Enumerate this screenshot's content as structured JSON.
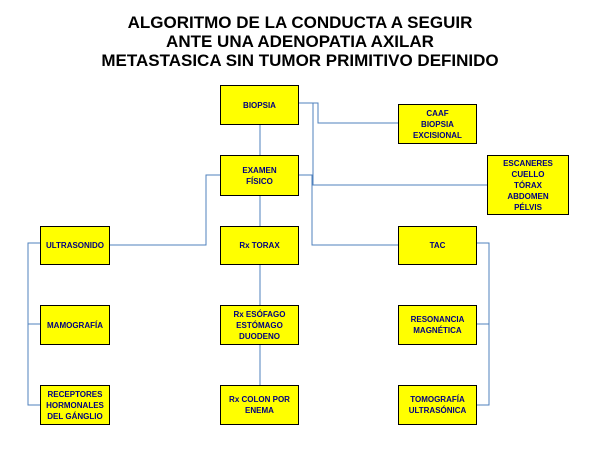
{
  "title": {
    "line1": "ALGORITMO DE LA CONDUCTA A SEGUIR",
    "line2": "ANTE UNA ADENOPATIA AXILAR",
    "line3": "METASTASICA SIN TUMOR PRIMITIVO DEFINIDO"
  },
  "boxes": {
    "biopsia": "BIOPSIA",
    "caaf": "CAAF\nBIOPSIA\nEXCISIONAL",
    "examen_fisico": "EXAMEN\nFÍSICO",
    "escaneres": "ESCANERES\nCUELLO\nTÓRAX\nABDOMEN\nPÉLVIS",
    "ultrasonido": "ULTRASONIDO",
    "rx_torax": "Rx TORAX",
    "tac": "TAC",
    "mamografia": "MAMOGRAFÍA",
    "rx_esofago": "Rx ESÓFAGO\nESTÓMAGO\nDUODENO",
    "resonancia": "RESONANCIA\nMAGNÉTICA",
    "receptores": "RECEPTORES\nHORMONALES\nDEL GÁNGLIO",
    "rx_colon": "Rx COLON POR\nENEMA",
    "tomografia": "TOMOGRAFÍA\nULTRASÓNICA"
  },
  "colors": {
    "box_fill": "#ffff00",
    "box_text": "#000080",
    "connector": "#4f81bd"
  }
}
